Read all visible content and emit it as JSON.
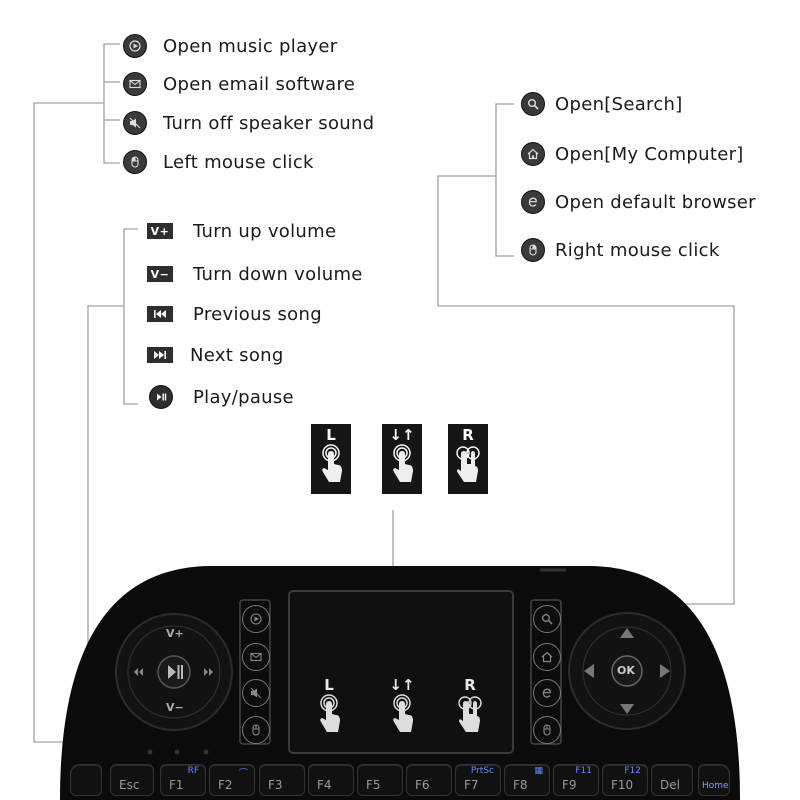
{
  "left_top_group": [
    {
      "icon": "music-player-icon",
      "label": "Open music player"
    },
    {
      "icon": "email-icon",
      "label": "Open email software"
    },
    {
      "icon": "speaker-mute-icon",
      "label": "Turn off speaker sound"
    },
    {
      "icon": "left-mouse-icon",
      "label": "Left mouse click"
    }
  ],
  "media_group": [
    {
      "icon_text": "V+",
      "label": "Turn up volume"
    },
    {
      "icon_text": "V−",
      "label": "Turn down volume"
    },
    {
      "icon": "previous-song-icon",
      "label": "Previous song"
    },
    {
      "icon": "next-song-icon",
      "label": "Next song"
    },
    {
      "icon": "play-pause-icon",
      "label": "Play/pause"
    }
  ],
  "right_group": [
    {
      "icon": "search-icon",
      "label": "Open[Search]"
    },
    {
      "icon": "home-icon",
      "label": "Open[My Computer]"
    },
    {
      "icon": "browser-icon",
      "label": "Open default browser"
    },
    {
      "icon": "right-mouse-icon",
      "label": "Right mouse click"
    }
  ],
  "gestures": {
    "left": "L",
    "scroll": "↓↑",
    "right": "R"
  },
  "keyboard": {
    "dpad_left": {
      "up": "V+",
      "down": "V−",
      "center": "play-pause-icon"
    },
    "dpad_right": {
      "center": "OK"
    },
    "keys": [
      {
        "main": "Esc",
        "sub": ""
      },
      {
        "main": "F1",
        "sub": "RF"
      },
      {
        "main": "F2",
        "sub": ""
      },
      {
        "main": "F3",
        "sub": ""
      },
      {
        "main": "F4",
        "sub": ""
      },
      {
        "main": "F5",
        "sub": ""
      },
      {
        "main": "F6",
        "sub": ""
      },
      {
        "main": "F7",
        "sub": "PrtSc"
      },
      {
        "main": "F8",
        "sub": ""
      },
      {
        "main": "F9",
        "sub": "F11"
      },
      {
        "main": "F10",
        "sub": "F12"
      },
      {
        "main": "Del",
        "sub": ""
      },
      {
        "main": "",
        "sub": "Home"
      }
    ]
  },
  "colors": {
    "icon_bg": "#3a3a3a",
    "keyboard_body": "#0b0b0b",
    "key_sub": "#5f8cff",
    "lines": "#999999"
  }
}
